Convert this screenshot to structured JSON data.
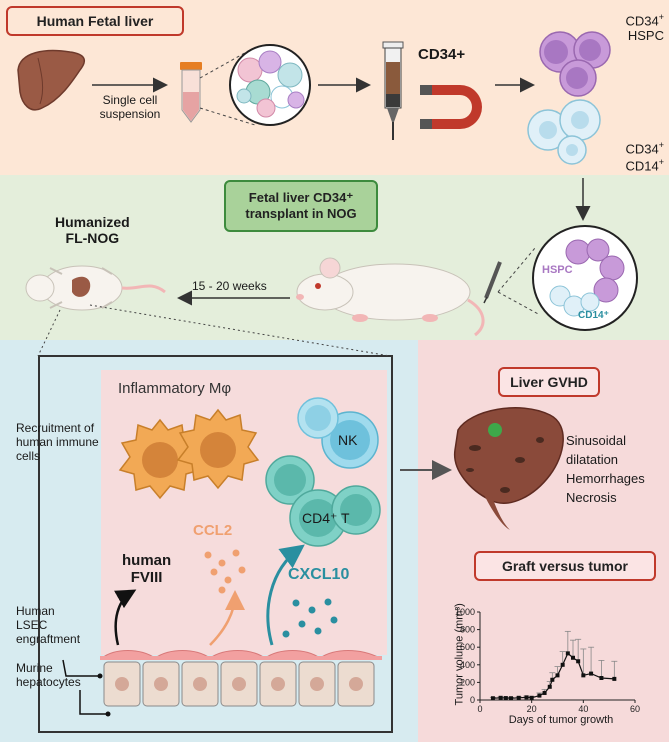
{
  "sections": {
    "top": {
      "title": "Human Fetal liver",
      "single_cell": "Single cell\nsuspension",
      "cd34_plus": "CD34+",
      "cd34_hspc_line1": "CD34",
      "cd34_hspc_line2": "HSPC",
      "cd34_cd14_line1": "CD34",
      "cd34_cd14_line2": "CD14",
      "plus": "+"
    },
    "middle": {
      "transplant_title": "Fetal liver CD34⁺\ntransplant in NOG",
      "humanized": "Humanized\nFL-NOG",
      "weeks": "15 - 20 weeks",
      "hspc_label": "HSPC",
      "cd14_label": "CD14⁺"
    },
    "bottom_left": {
      "inflammatory": "Inflammatory Mφ",
      "recruitment": "Recruitment of\nhuman immune\ncells",
      "nk": "NK",
      "cd4t": "CD4⁺ T",
      "ccl2": "CCL2",
      "human_fviii": "human\nFVIII",
      "cxcl10": "CXCL10",
      "human_lsec": "Human\nLSEC\nengraftment",
      "murine": "Murine\nhepatocytes"
    },
    "bottom_right": {
      "liver_gvhd": "Liver GVHD",
      "gvhd_findings": "Sinusoidal\ndilatation\nHemorrhages\nNecrosis",
      "gvt_title": "Graft versus tumor"
    }
  },
  "colors": {
    "top_bg": "#fde7d6",
    "middle_bg": "#e4eedb",
    "left_bg": "#d7ebf0",
    "right_bg": "#f6dada",
    "title_red_border": "#c0392b",
    "title_green_border": "#3d8b3d",
    "macrophage": "#f2a955",
    "nk_cell": "#8fd3e8",
    "t_cell": "#7fd1c6",
    "hspc_purple": "#c89ad9",
    "ccl2_color": "#f0a070",
    "cxcl10_color": "#2a8fa0"
  },
  "icons": [
    "liver-icon",
    "tube-icon",
    "cells-magnified-icon",
    "syringe-column-icon",
    "magnet-icon",
    "mouse-icon",
    "dissected-mouse-icon",
    "liver-gvhd-icon"
  ],
  "chart_data": {
    "type": "line",
    "title": "",
    "xlabel": "Days of tumor growth",
    "ylabel": "Tumor volume (mm³)",
    "xlim": [
      0,
      60
    ],
    "ylim": [
      0,
      1000
    ],
    "xticks": [
      0,
      20,
      40,
      60
    ],
    "yticks": [
      0,
      200,
      400,
      600,
      800,
      1000
    ],
    "x": [
      5,
      8,
      10,
      12,
      15,
      18,
      20,
      23,
      25,
      27,
      28,
      30,
      32,
      34,
      36,
      38,
      40,
      43,
      47,
      52
    ],
    "series": [
      {
        "values": [
          20,
          25,
          22,
          20,
          25,
          30,
          25,
          50,
          80,
          150,
          230,
          280,
          400,
          530,
          480,
          440,
          280,
          300,
          250,
          240
        ],
        "errors": [
          10,
          10,
          10,
          10,
          10,
          15,
          15,
          30,
          40,
          60,
          80,
          100,
          150,
          250,
          200,
          250,
          300,
          300,
          200,
          200
        ]
      }
    ],
    "grid": false,
    "legend": "none"
  }
}
